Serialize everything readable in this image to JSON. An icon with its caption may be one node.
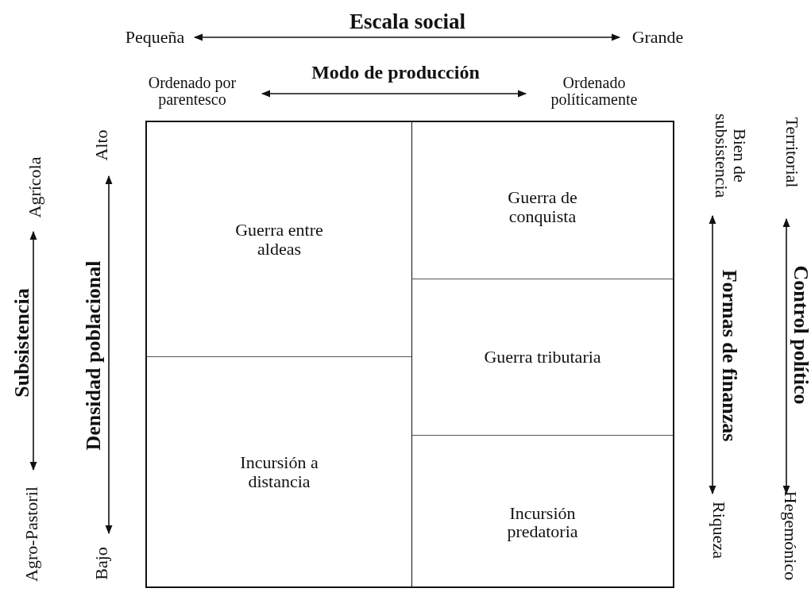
{
  "diagram": {
    "nodes": [
      {
        "text": [
          "Guerra entre aldeas"
        ]
      },
      {
        "text": [
          "Incursión a distancia"
        ]
      },
      {
        "text": [
          "Guerra de conquista"
        ]
      },
      {
        "text": [
          "Guerra tributaria"
        ]
      },
      {
        "text": [
          "Incursión predatoria"
        ]
      }
    ],
    "labels": [
      "Escala social",
      "Pequeña",
      "Grande",
      "Ordenado por parentesco",
      "Modo de producción",
      "Ordenado políticamente",
      "Subsistencia",
      "Agrícola",
      "Agro-Pastoril",
      "Densidad poblacional",
      "Alto",
      "Bajo",
      "Bien de subsistencia",
      "Formas de finanzas",
      "Riqueza",
      "Territorial",
      "Control político",
      "Hegemónico"
    ]
  }
}
